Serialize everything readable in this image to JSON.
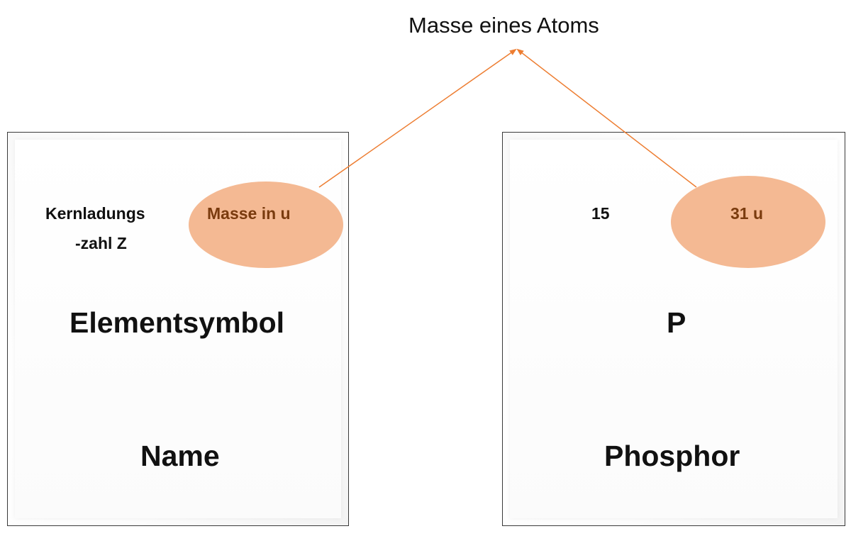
{
  "diagram": {
    "top_label": "Masse eines Atoms",
    "arrow_color": "#ed7d31",
    "ellipse_color": "#f4b993",
    "template_card": {
      "atomic_number_line1": "Kernladungs",
      "atomic_number_line2": "-zahl Z",
      "mass_label": "Masse in u",
      "symbol": "Elementsymbol",
      "name": "Name"
    },
    "example_card": {
      "atomic_number": "15",
      "mass": "31 u",
      "symbol": "P",
      "name": "Phosphor"
    }
  }
}
